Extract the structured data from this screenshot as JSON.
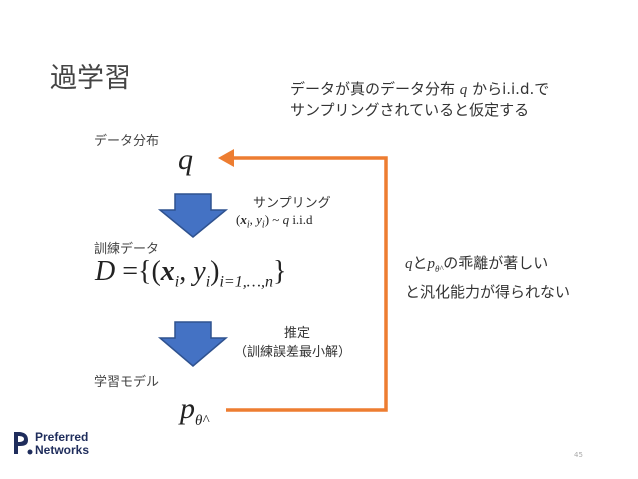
{
  "title": "過学習",
  "top_note": {
    "line1_pre": "データが真のデータ分布",
    "line1_var": "q",
    "line1_post": "からi.i.d.で",
    "line2": "サンプリングされていると仮定する"
  },
  "true_dist": {
    "label": "データ分布",
    "symbol": "q"
  },
  "sampling": {
    "label": "サンプリング",
    "formula_rest": ") ~ ",
    "formula_var": "q",
    "formula_tail": " i.i.d"
  },
  "train_data": {
    "label": "訓練データ",
    "symbol_D": "D",
    "eq": " ={(",
    "x": "x",
    "i": "i",
    "comma": ", ",
    "y": "y",
    "close": ")",
    "range": "i=1,…,n",
    "brace": "}"
  },
  "estimation": {
    "line1": "推定",
    "line2": "（訓練誤差最小解）"
  },
  "model": {
    "label": "学習モデル",
    "symbol": "p",
    "subscript": "θ^"
  },
  "right_note": {
    "var_q": "q",
    "and": "と",
    "var_p": "p",
    "sub": "θ^",
    "line1_post": "の乖離が著しい",
    "line2": "と汎化能力が得られない"
  },
  "logo": {
    "line1": "Preferred",
    "line2": "Networks"
  },
  "page_number": "45",
  "colors": {
    "arrow_blue": "#4472c4",
    "arrow_blue_border": "#2f528f",
    "feedback_orange": "#ed7d31",
    "logo_navy": "#1f2d5c"
  }
}
